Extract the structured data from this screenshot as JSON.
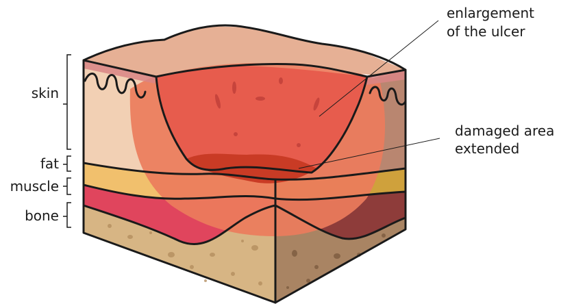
{
  "labels": {
    "skin": "skin",
    "fat": "fat",
    "muscle": "muscle",
    "bone": "bone",
    "ulcer_line1": "enlargement",
    "ulcer_line2": "of the ulcer",
    "damaged_line1": "damaged area",
    "damaged_line2": "extended"
  },
  "colors": {
    "skin": "#f2d0b4",
    "skin_surface": "#e6b095",
    "skin_right": "#b98670",
    "epidermis": "#d98585",
    "fat": "#f1c06d",
    "fat_right": "#cfa13c",
    "muscle": "#e0455d",
    "muscle_right": "#8e3c3a",
    "bone": "#d7b584",
    "bone_right": "#a98463",
    "inflamed": "#ec7c5c",
    "ulcer": "#e75c4d",
    "ulcer_deep": "#c93b25",
    "outline": "#1a1a1a"
  }
}
